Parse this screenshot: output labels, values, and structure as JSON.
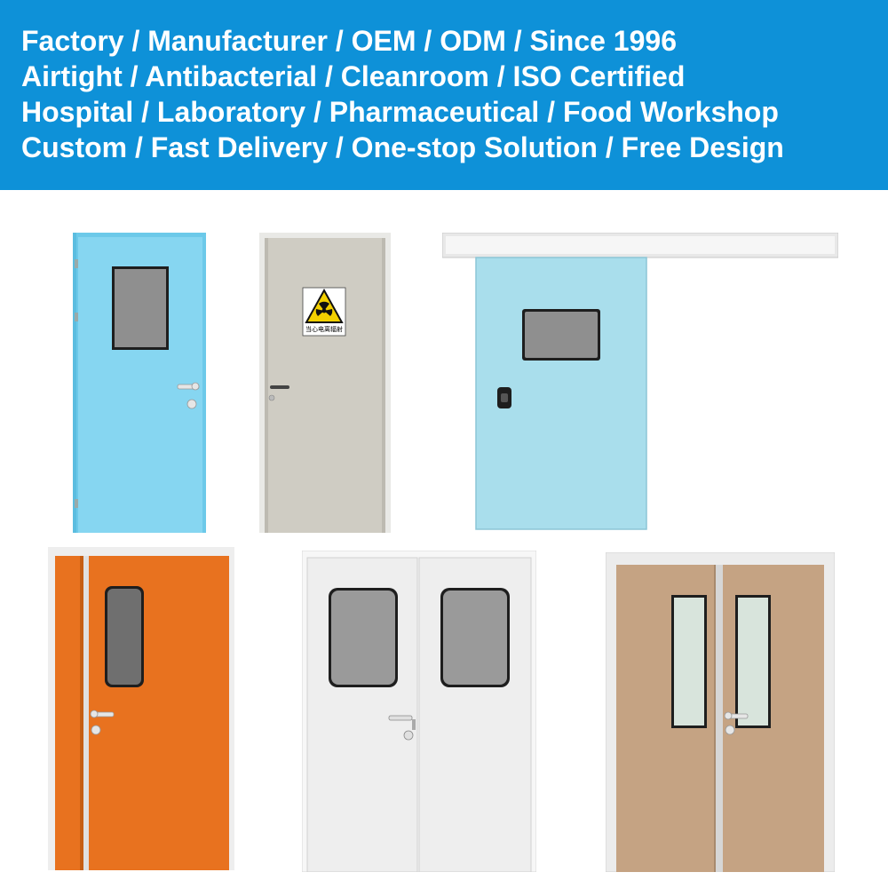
{
  "banner": {
    "background": "#0e91d8",
    "lines": [
      "Factory / Manufacturer / OEM / ODM / Since 1996",
      "Airtight / Antibacterial / Cleanroom / ISO Certified",
      "Hospital / Laboratory / Pharmaceutical / Food Workshop",
      "Custom / Fast Delivery / One-stop Solution / Free Design"
    ]
  },
  "doors": [
    {
      "name": "single-swing-door-light-blue",
      "color": "#7fd3ee",
      "icon": "door-icon"
    },
    {
      "name": "radiation-shielding-door-grey",
      "color": "#cfccc3",
      "icon": "door-icon",
      "warning_sign": {
        "icon": "radiation-warning-icon",
        "label": "当心电离辐射"
      }
    },
    {
      "name": "sliding-door-light-blue",
      "color": "#a9deec",
      "icon": "door-icon"
    },
    {
      "name": "unequal-double-door-orange",
      "color": "#e8721f",
      "icon": "door-icon"
    },
    {
      "name": "double-swing-door-white",
      "color": "#f2f2f2",
      "icon": "door-icon"
    },
    {
      "name": "double-swing-door-brown",
      "color": "#c5a383",
      "icon": "door-icon"
    }
  ]
}
